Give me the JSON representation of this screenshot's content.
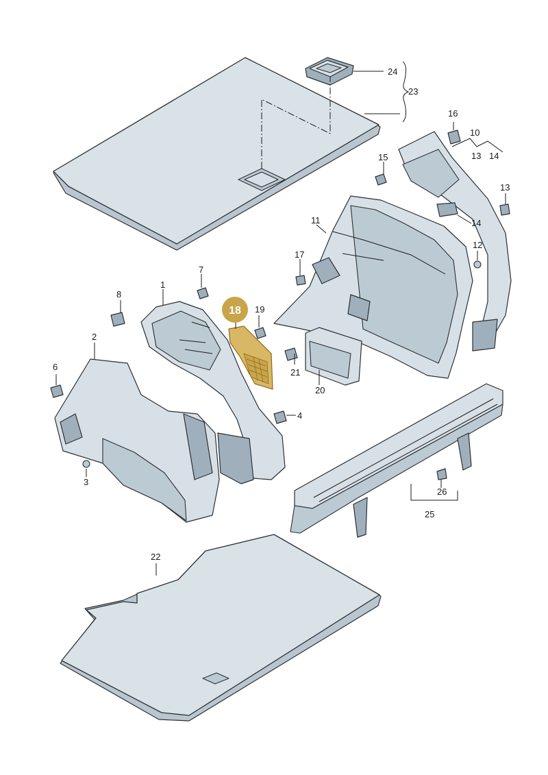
{
  "diagram": {
    "highlight": {
      "label": "18",
      "color": "#c9a449"
    },
    "callouts": [
      {
        "id": "c24",
        "text": "24"
      },
      {
        "id": "c23",
        "text": "23"
      },
      {
        "id": "c16",
        "text": "16"
      },
      {
        "id": "c10",
        "text": "10"
      },
      {
        "id": "c13a",
        "text": "13"
      },
      {
        "id": "c14a",
        "text": "14"
      },
      {
        "id": "c15",
        "text": "15"
      },
      {
        "id": "c13b",
        "text": "13"
      },
      {
        "id": "c11",
        "text": "11"
      },
      {
        "id": "c14b",
        "text": "14"
      },
      {
        "id": "c12",
        "text": "12"
      },
      {
        "id": "c17",
        "text": "17"
      },
      {
        "id": "c7",
        "text": "7"
      },
      {
        "id": "c1",
        "text": "1"
      },
      {
        "id": "c8",
        "text": "8"
      },
      {
        "id": "c19",
        "text": "19"
      },
      {
        "id": "c2",
        "text": "2"
      },
      {
        "id": "c6",
        "text": "6"
      },
      {
        "id": "c21",
        "text": "21"
      },
      {
        "id": "c20",
        "text": "20"
      },
      {
        "id": "c4",
        "text": "4"
      },
      {
        "id": "c3",
        "text": "3"
      },
      {
        "id": "c26",
        "text": "26"
      },
      {
        "id": "c25",
        "text": "25"
      },
      {
        "id": "c22",
        "text": "22"
      }
    ]
  }
}
